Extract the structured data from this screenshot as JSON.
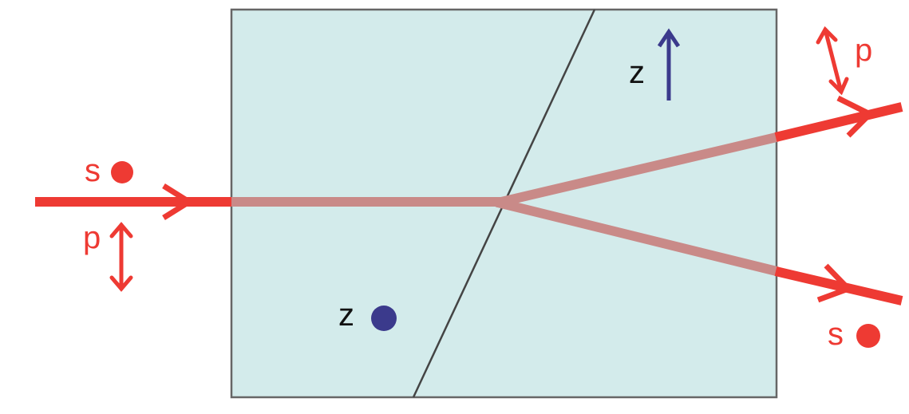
{
  "labels": {
    "s_in": "s",
    "p_in": "p",
    "z_left": "z",
    "z_right": "z",
    "p_out": "p",
    "s_out": "s"
  },
  "colors": {
    "beam": "#ee3a33",
    "beam_inside": "#c98a88",
    "crystal_fill": "#d3ebeb",
    "crystal_edge": "#666666",
    "optic_axis": "#3b3a8c",
    "text": "#111111"
  }
}
